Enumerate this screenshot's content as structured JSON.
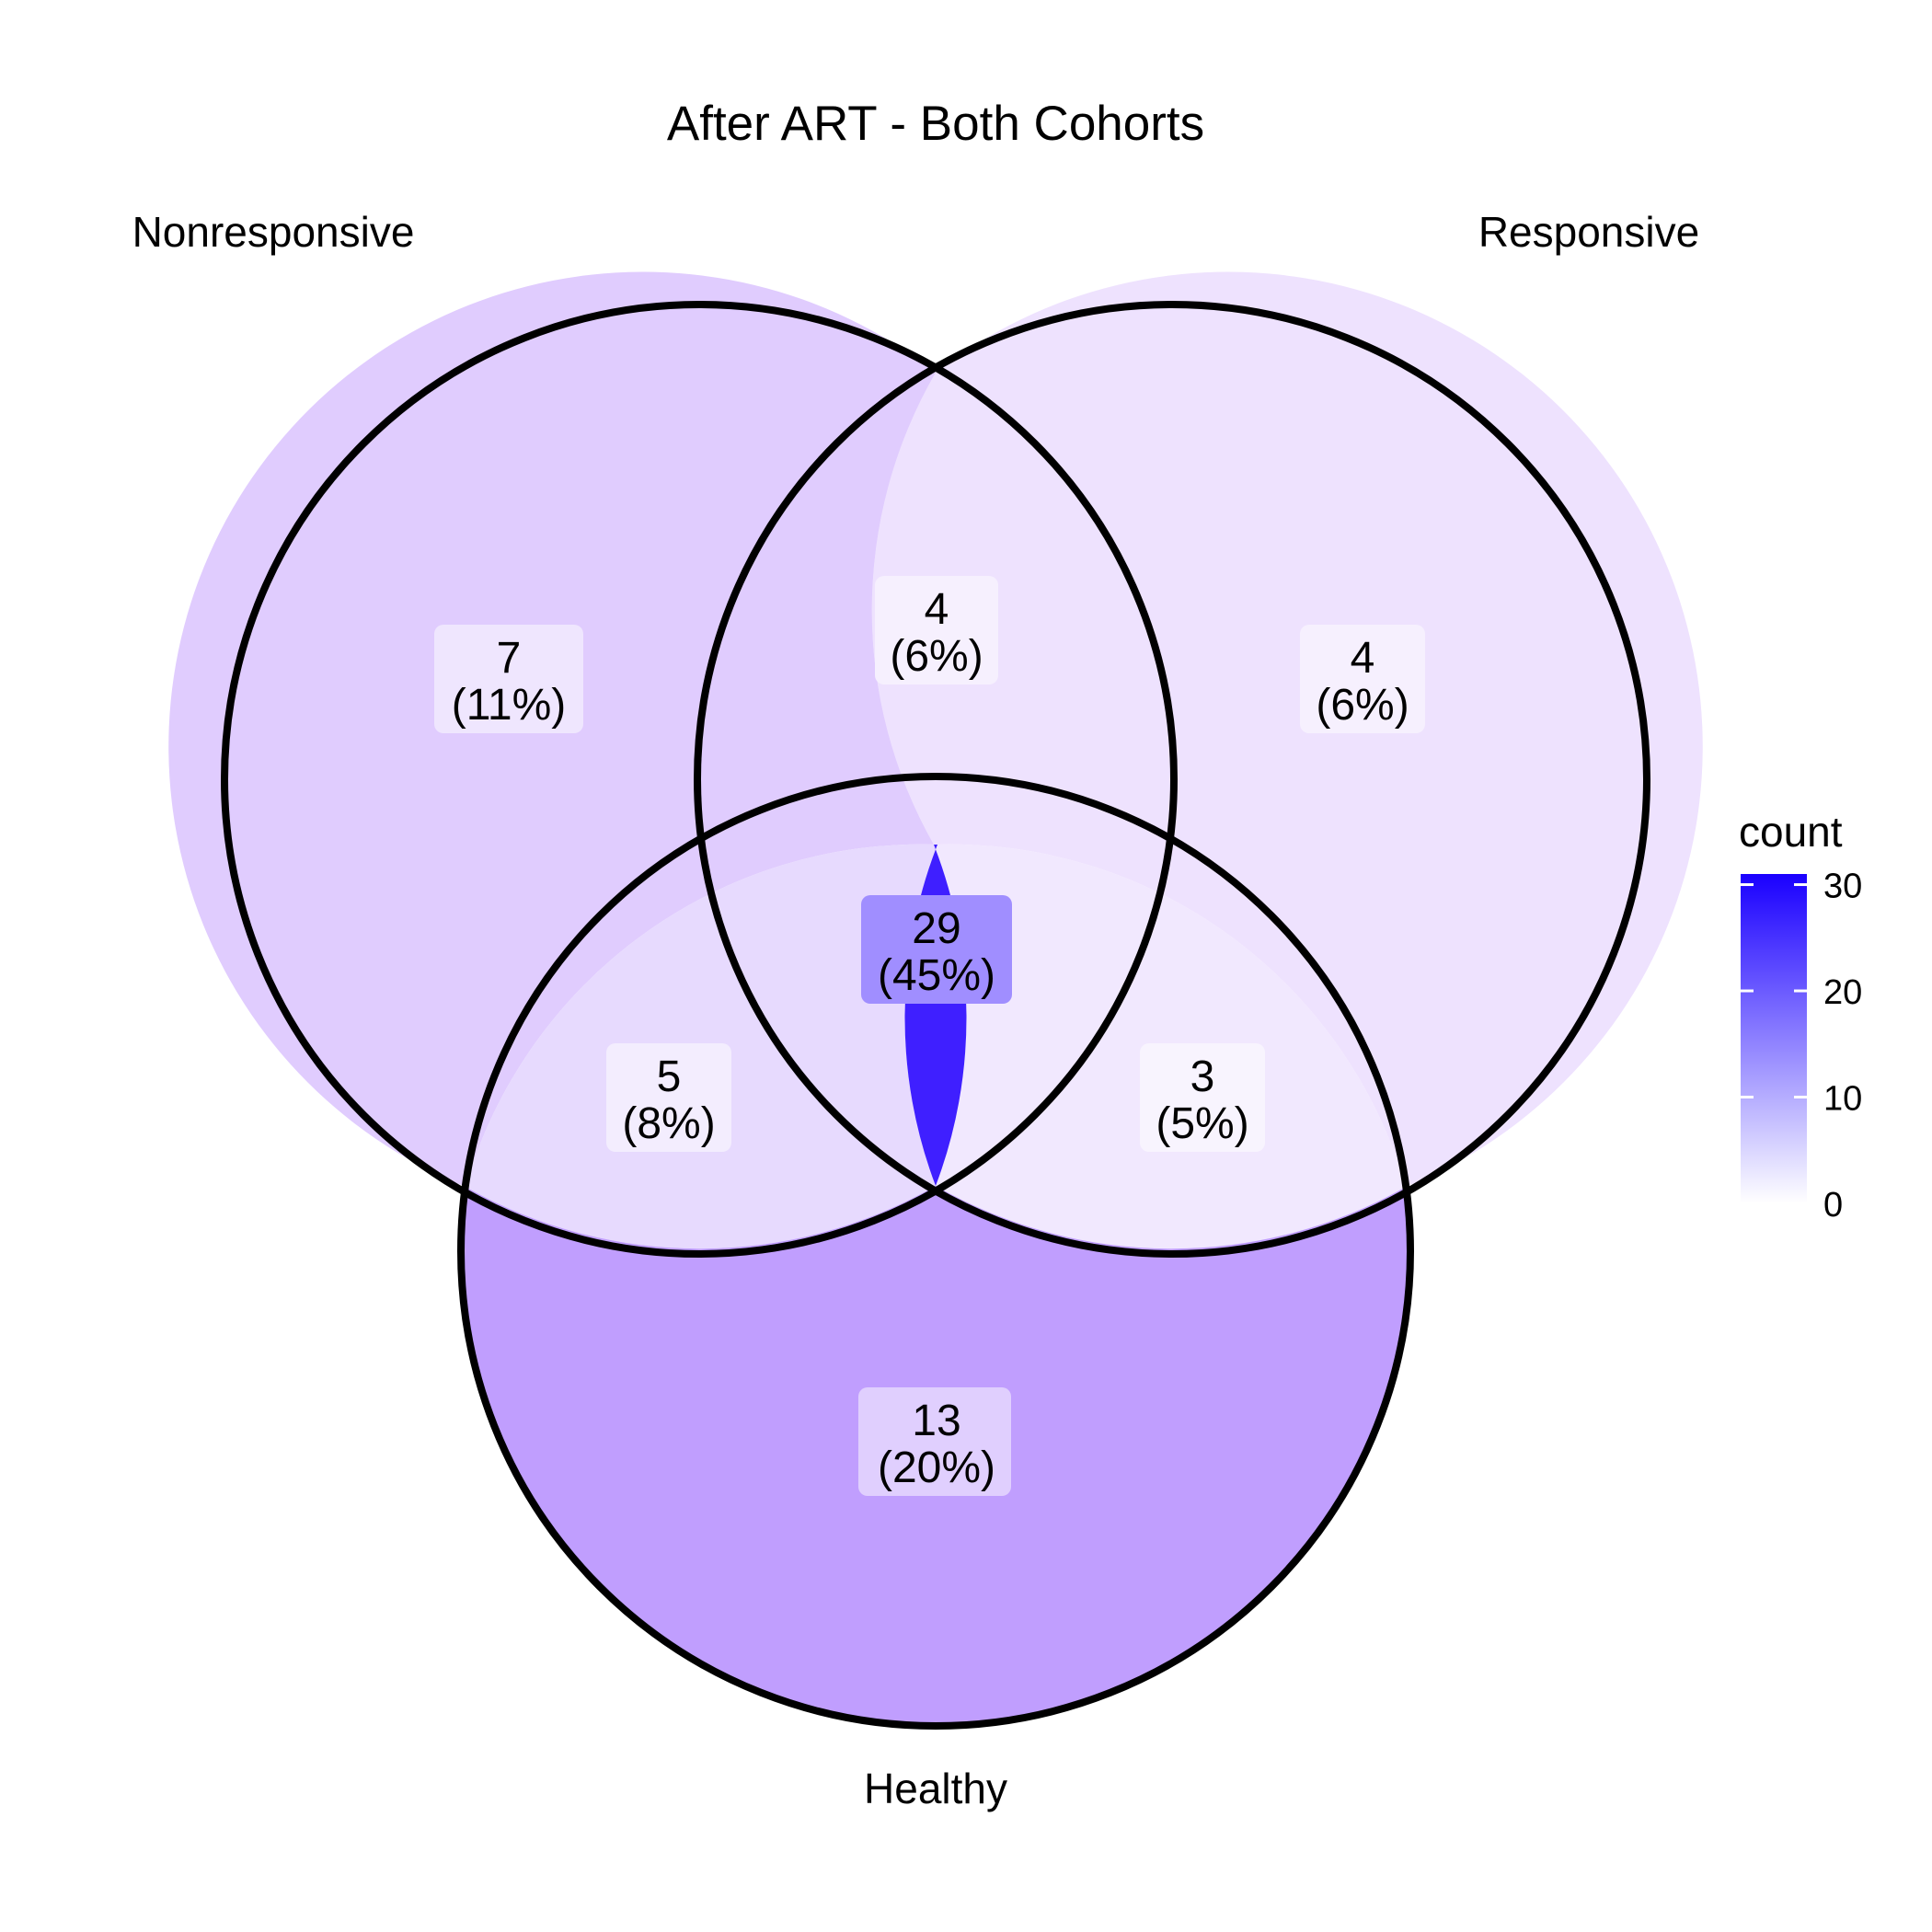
{
  "title": "After ART - Both Cohorts",
  "sets": {
    "nonresponsive": "Nonresponsive",
    "responsive": "Responsive",
    "healthy": "Healthy"
  },
  "regions": {
    "nonresponsive_only": {
      "count": "7",
      "percent": "(11%)",
      "value": 7,
      "fill": "#E0CCFE",
      "label_bg": "#EFE6FE"
    },
    "responsive_only": {
      "count": "4",
      "percent": "(6%)",
      "value": 4,
      "fill": "#EEE2FE",
      "label_bg": "#F6F0FE"
    },
    "nonresponsive_responsive": {
      "count": "4",
      "percent": "(6%)",
      "value": 4,
      "fill": "#EEE2FE",
      "label_bg": "#F6F0FE"
    },
    "nonresponsive_healthy": {
      "count": "5",
      "percent": "(8%)",
      "value": 5,
      "fill": "#E7DAFE",
      "label_bg": "#F3EDFE"
    },
    "responsive_healthy": {
      "count": "3",
      "percent": "(5%)",
      "value": 3,
      "fill": "#F1E8FE",
      "label_bg": "#F8F4FE"
    },
    "all_three": {
      "count": "29",
      "percent": "(45%)",
      "value": 29,
      "fill": "#3F1FFF",
      "label_bg": "#A08EFF"
    },
    "healthy_only": {
      "count": "13",
      "percent": "(20%)",
      "value": 13,
      "fill": "#C09EFE",
      "label_bg": "#E0CFFE"
    }
  },
  "legend": {
    "title": "count",
    "ticks": [
      "30",
      "20",
      "10",
      "0"
    ],
    "tick_values": [
      30,
      20,
      10,
      0
    ],
    "min": 0,
    "max": 31,
    "color_low": "#FFFFFF",
    "color_high": "#1A00FF"
  }
}
